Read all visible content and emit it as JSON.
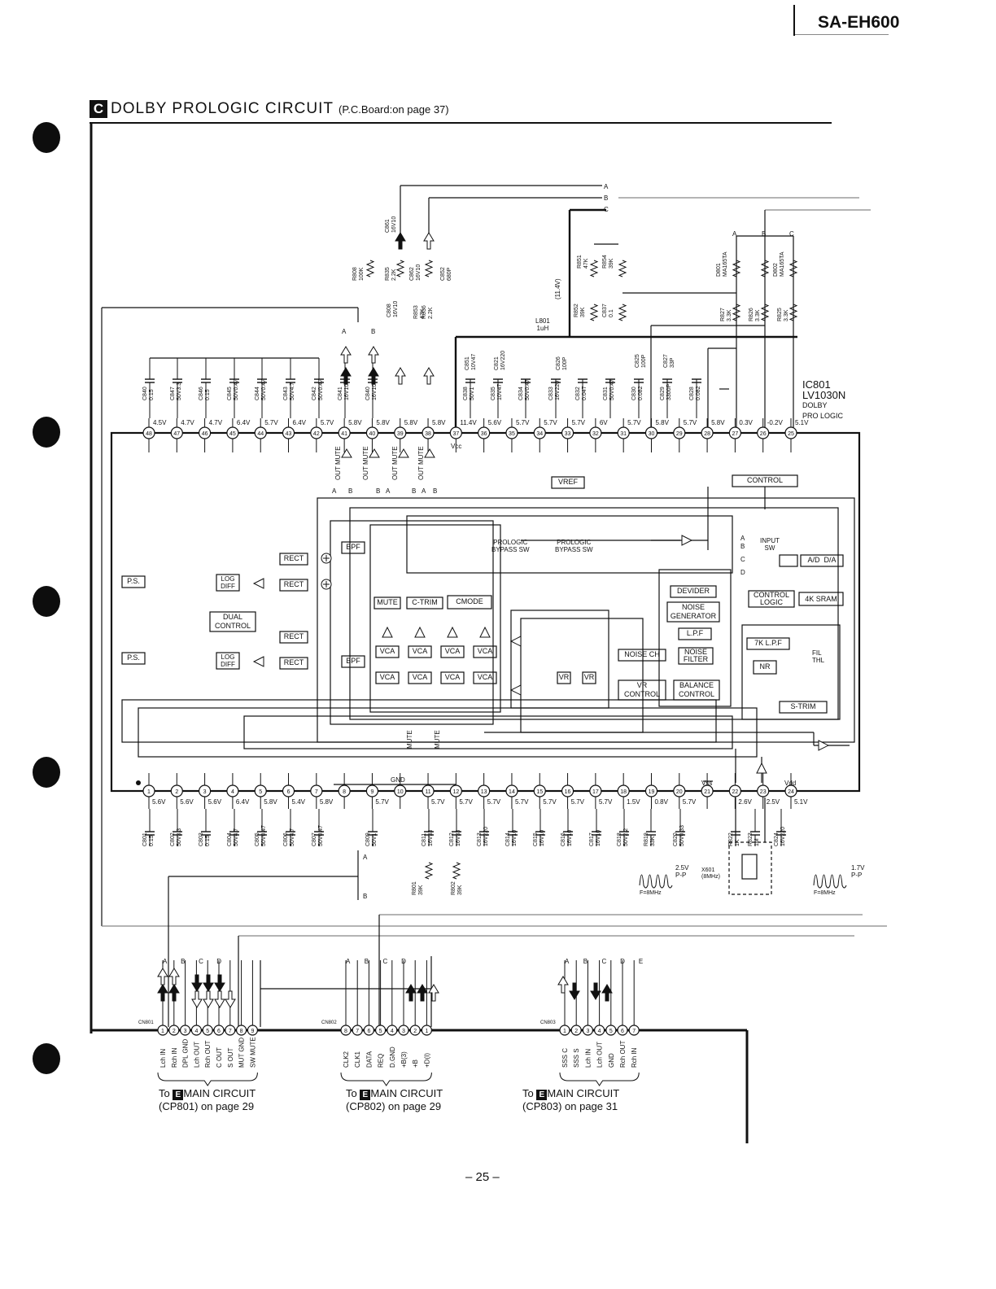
{
  "header": {
    "model": "SA-EH600"
  },
  "section": {
    "badge": "C",
    "title": "DOLBY PROLOGIC CIRCUIT",
    "note": "(P.C.Board:on page 37)"
  },
  "ic": {
    "ref": "IC801",
    "part": "LV1030N",
    "desc_line1": "DOLBY",
    "desc_line2": "PRO LOGIC",
    "vcc_label": "Vcc",
    "gnd_label": "GND",
    "vss_label": "Vss",
    "vdd_label": "Vdd"
  },
  "top_pins": [
    {
      "n": "48",
      "v": "4.5V"
    },
    {
      "n": "47",
      "v": "4.7V"
    },
    {
      "n": "46",
      "v": "4.7V"
    },
    {
      "n": "45",
      "v": "6.4V"
    },
    {
      "n": "44",
      "v": "5.7V"
    },
    {
      "n": "43",
      "v": "6.4V"
    },
    {
      "n": "42",
      "v": "5.7V"
    },
    {
      "n": "41",
      "v": "5.8V"
    },
    {
      "n": "40",
      "v": "5.8V"
    },
    {
      "n": "39",
      "v": "5.8V"
    },
    {
      "n": "38",
      "v": "5.8V"
    },
    {
      "n": "37",
      "v": "11.4V"
    },
    {
      "n": "36",
      "v": "5.6V"
    },
    {
      "n": "35",
      "v": "5.7V"
    },
    {
      "n": "34",
      "v": "5.7V"
    },
    {
      "n": "33",
      "v": "5.7V"
    },
    {
      "n": "32",
      "v": "6V"
    },
    {
      "n": "31",
      "v": "5.7V"
    },
    {
      "n": "30",
      "v": "5.8V"
    },
    {
      "n": "29",
      "v": "5.7V"
    },
    {
      "n": "28",
      "v": "5.8V"
    },
    {
      "n": "27",
      "v": "0.3V"
    },
    {
      "n": "26",
      "v": "-0.2V"
    },
    {
      "n": "25",
      "v": "5.1V"
    }
  ],
  "bottom_pins": [
    {
      "n": "1",
      "v": "5.6V"
    },
    {
      "n": "2",
      "v": "5.6V"
    },
    {
      "n": "3",
      "v": "5.6V"
    },
    {
      "n": "4",
      "v": "6.4V"
    },
    {
      "n": "5",
      "v": "5.8V"
    },
    {
      "n": "6",
      "v": "5.4V"
    },
    {
      "n": "7",
      "v": "5.8V"
    },
    {
      "n": "8",
      "v": ""
    },
    {
      "n": "9",
      "v": "5.7V"
    },
    {
      "n": "10",
      "v": ""
    },
    {
      "n": "11",
      "v": "5.7V"
    },
    {
      "n": "12",
      "v": "5.7V"
    },
    {
      "n": "13",
      "v": "5.7V"
    },
    {
      "n": "14",
      "v": "5.7V"
    },
    {
      "n": "15",
      "v": "5.7V"
    },
    {
      "n": "16",
      "v": "5.7V"
    },
    {
      "n": "17",
      "v": "5.7V"
    },
    {
      "n": "18",
      "v": "1.5V"
    },
    {
      "n": "19",
      "v": "0.8V"
    },
    {
      "n": "20",
      "v": "5.7V"
    },
    {
      "n": "21",
      "v": ""
    },
    {
      "n": "22",
      "v": "2.6V"
    },
    {
      "n": "23",
      "v": "2.5V"
    },
    {
      "n": "24",
      "v": "5.1V"
    }
  ],
  "top_caps": [
    "C840\n0.15",
    "C847\n50V3.3",
    "C846\n0.15",
    "C845\n50V0.47",
    "C844\n50V0.47",
    "C843\n50V4.7",
    "C842\n50V0.47",
    "C841\n16V10",
    "C840\n16V10",
    "C838\n50V1",
    "C835\n10V47",
    "C834\n50V0.47",
    "C833\n16V220",
    "C832\n0.047",
    "C831\n50V0.47",
    "C830\n0.082",
    "C829\n3300P",
    "C828\n0.082"
  ],
  "bottom_caps": [
    "C801\n0.15",
    "C802\n50V3.3",
    "C803\n0.15",
    "C804\n50V4.7",
    "C805\n50V0.47",
    "C806\n50V4.7",
    "C807\n50V0.47",
    "C809\n50V1",
    "C811\n16V33",
    "C812\n16V33",
    "C813\n16V220",
    "C814\n16V10",
    "C815\n16V10",
    "C816\n16V10",
    "C817\n16V10",
    "C818\n50V2.2",
    "R819\n33K",
    "C820\n50V0.33",
    "R822\n1K",
    "R823\n1M",
    "C824\n16V220"
  ],
  "blocks": {
    "vref": "VREF",
    "control": "CONTROL",
    "rect": "RECT",
    "bpf": "BPF",
    "log_diff": "LOG\nDIFF",
    "ps": "P.S.",
    "dual_control": "DUAL\nCONTROL",
    "mute": "MUTE",
    "c_trim": "C-TRIM",
    "cmode": "CMODE",
    "vca": "VCA",
    "vr": "VR",
    "noise_ch": "NOISE CH",
    "vr_control": "VR\nCONTROL",
    "devider": "DEVIDER",
    "noise_gen": "NOISE\nGENERATOR",
    "lpf": "L.P.F",
    "noise_filter": "NOISE\nFILTER",
    "balance_control": "BALANCE\nCONTROL",
    "ad_da": "A/D  D/A",
    "control_logic": "CONTROL\nLOGIC",
    "sram": "4K SRAM",
    "lpf7k": "7K L.P.F",
    "nr": "NR",
    "s_trim": "S-TRIM",
    "prologic_bypass": "PROLOGIC\nBYPASS SW",
    "input_sw": "INPUT\nSW",
    "fil_thl": "FIL\nTHL",
    "out_mute": "OUT MUTE"
  },
  "misc": {
    "l801": "L801\n1uH",
    "crystal": "X601\n(8MHz)",
    "wave_left": "2.5V\nP-P",
    "wave_right": "1.7V\nP-P",
    "freq": "F=8MHz",
    "v11": "(11.4V)",
    "top_right_res": [
      "R827\n3.3K",
      "R826\n3.3K",
      "R825\n3.3K"
    ],
    "diodes": [
      "D801\nMA165TA",
      "D802\nMA165TA"
    ],
    "top_res": [
      "R808\n100K",
      "R835\n2.2K",
      "C862\n16V10",
      "R836\n2.2K",
      "C852\n680P",
      "C861\n16V10",
      "C808\n16V10",
      "R853\n47K",
      "R851\n47K",
      "R854\n39K",
      "R852\n39K",
      "C837\n0.1",
      "C851\n10V47",
      "C821\n16V220",
      "C826\n100P",
      "C825\n100P",
      "C827\n33P"
    ],
    "mid_res": [
      "R801\n39K",
      "R802\n39K"
    ],
    "abc_letters": [
      "A",
      "B",
      "C",
      "D"
    ]
  },
  "connectors": [
    {
      "ref": "CN801",
      "pins": [
        "Lch IN",
        "Rch IN",
        "DPL GND",
        "Lch OUT",
        "Rch OUT",
        "C OUT",
        "S OUT",
        "MUT GND",
        "SW MUTE"
      ],
      "dest_prefix": "To",
      "dest_badge": "E",
      "dest": "MAIN CIRCUIT",
      "dest2": "(CP801) on page 29"
    },
    {
      "ref": "CN802",
      "pins": [
        "CLK2",
        "CLK1",
        "DATA",
        "REQ",
        "D.GND",
        "+B(3)",
        "+B",
        "+D(I)"
      ],
      "dest_prefix": "To",
      "dest_badge": "E",
      "dest": "MAIN CIRCUIT",
      "dest2": "(CP802) on page 29"
    },
    {
      "ref": "CN803",
      "pins": [
        "SSS C",
        "SSS S",
        "Lch IN",
        "Lch OUT",
        "GND",
        "Rch OUT",
        "Rch IN"
      ],
      "dest_prefix": "To",
      "dest_badge": "E",
      "dest": "MAIN CIRCUIT",
      "dest2": "(CP803) on page 31"
    }
  ],
  "footer": {
    "page": "– 25 –"
  }
}
